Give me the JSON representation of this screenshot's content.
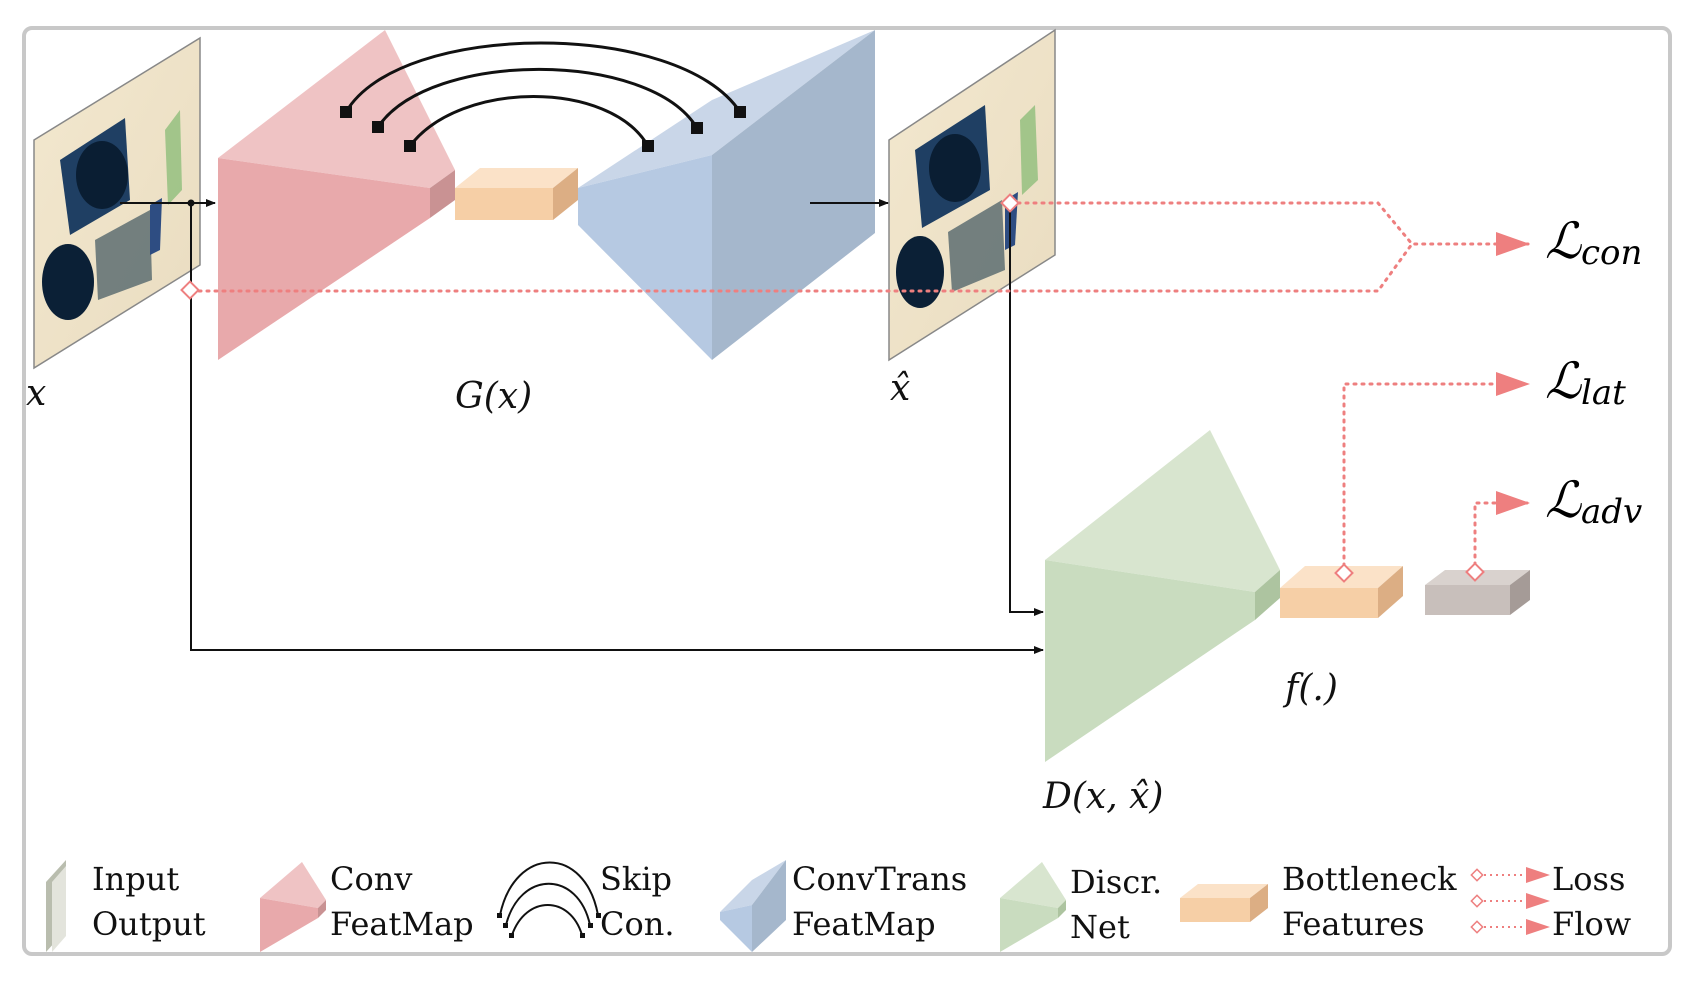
{
  "labels": {
    "input": "x",
    "generator": "G(x)",
    "reconstruction": "x̂",
    "discriminator": "D(x, x̂)",
    "features": "f(.)"
  },
  "losses": {
    "con": {
      "symbol": "ℒ",
      "sub": "con"
    },
    "lat": {
      "symbol": "ℒ",
      "sub": "lat"
    },
    "adv": {
      "symbol": "ℒ",
      "sub": "adv"
    }
  },
  "legend": {
    "io": [
      "Input",
      "Output"
    ],
    "conv": [
      "Conv",
      "FeatMap"
    ],
    "skip": [
      "Skip",
      "Con."
    ],
    "convtrans": [
      "ConvTrans",
      "FeatMap"
    ],
    "discr": [
      "Discr.",
      "Net"
    ],
    "bottleneck": [
      "Bottleneck",
      "Features"
    ],
    "lossflow": [
      "Loss",
      "Flow"
    ]
  },
  "colors": {
    "conv": "#e8a9ab",
    "convtrans": "#a9bcd6",
    "discr": "#c9dcbf",
    "bottleneck": "#f6cfa6",
    "loss": "#ee7f7f",
    "frame": "#c8c8c8"
  }
}
